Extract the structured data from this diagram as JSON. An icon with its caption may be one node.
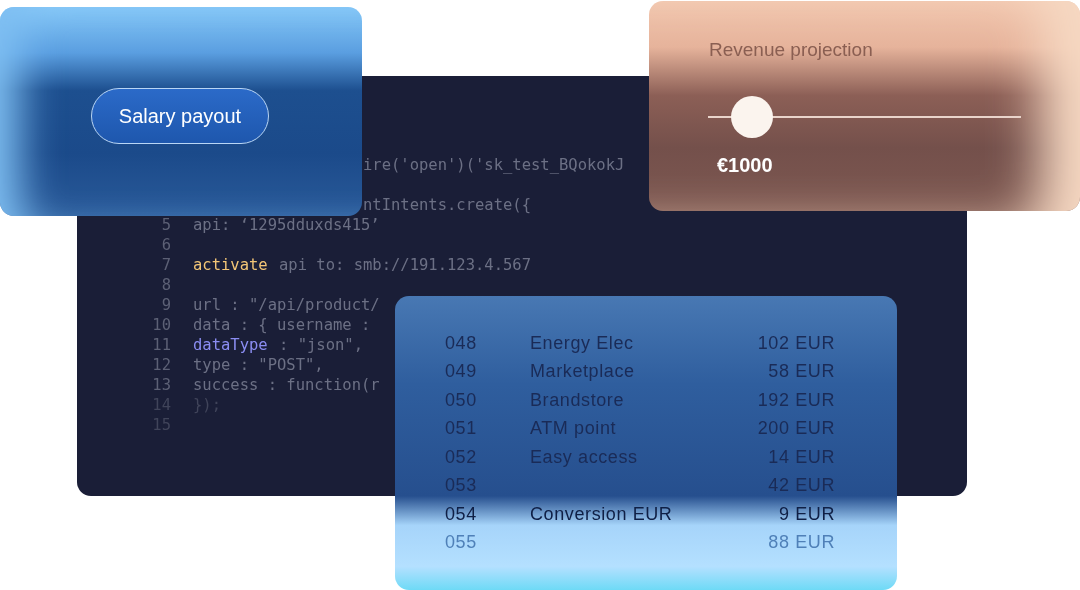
{
  "diagram": {
    "nodes": [
      {
        "text": [],
        "shape": "box"
      },
      {
        "text": [],
        "shape": "box"
      },
      {
        "text": [
          "Salary payout"
        ]
      },
      {
        "text": [
          "Revenue projection",
          "€1000"
        ]
      },
      {
        "text": [],
        "shape": "box"
      }
    ],
    "edges": [],
    "labels": [
      "ire('open')('sk_test_BQokokJ",
      "ntIntents.create({",
      "5",
      "api: ‘1295dduxds415’",
      "6",
      "7",
      "activate",
      "api to: smb://191.123.4.567",
      "8",
      "9",
      "url : \"/api/product/",
      "10",
      "data : { username :",
      "11",
      "dataType",
      ": \"json\",",
      "12",
      "type : \"POST\",",
      "13",
      "success : function(r",
      "14",
      "});",
      "15",
      "048",
      "Energy Elec",
      "102 EUR",
      "049",
      "Marketplace",
      "58 EUR",
      "050",
      "Brandstore",
      "192 EUR",
      "051",
      "ATM point",
      "200 EUR",
      "052",
      "Easy access",
      "14 EUR",
      "053",
      "42 EUR",
      "054",
      "Conversion EUR",
      "9 EUR",
      "055",
      "88 EUR"
    ]
  }
}
